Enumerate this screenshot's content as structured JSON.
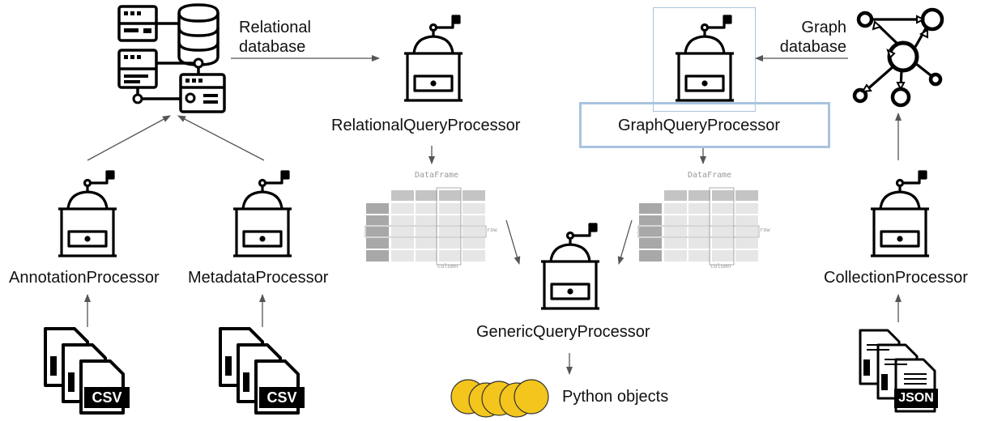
{
  "labels": {
    "relational_database": [
      "Relational",
      "database"
    ],
    "graph_database": [
      "Graph",
      "database"
    ],
    "relational_query_processor": "RelationalQueryProcessor",
    "graph_query_processor": "GraphQueryProcessor",
    "annotation_processor": "AnnotationProcessor",
    "metadata_processor": "MetadataProcessor",
    "collection_processor": "CollectionProcessor",
    "generic_query_processor": "GenericQueryProcessor",
    "python_objects": "Python objects"
  },
  "dataframe": {
    "title": "DataFrame",
    "row_label": "row",
    "column_label": "column"
  },
  "file_badges": {
    "csv": "CSV",
    "json": "JSON"
  },
  "colors": {
    "highlight_border": "#a9c4df",
    "arrow": "#555555",
    "coin": "#f3c51d",
    "coin_stroke": "#333333",
    "df_header": "#c4c4c4",
    "df_cell": "#e6e6e6",
    "df_index": "#a8a8a8"
  }
}
